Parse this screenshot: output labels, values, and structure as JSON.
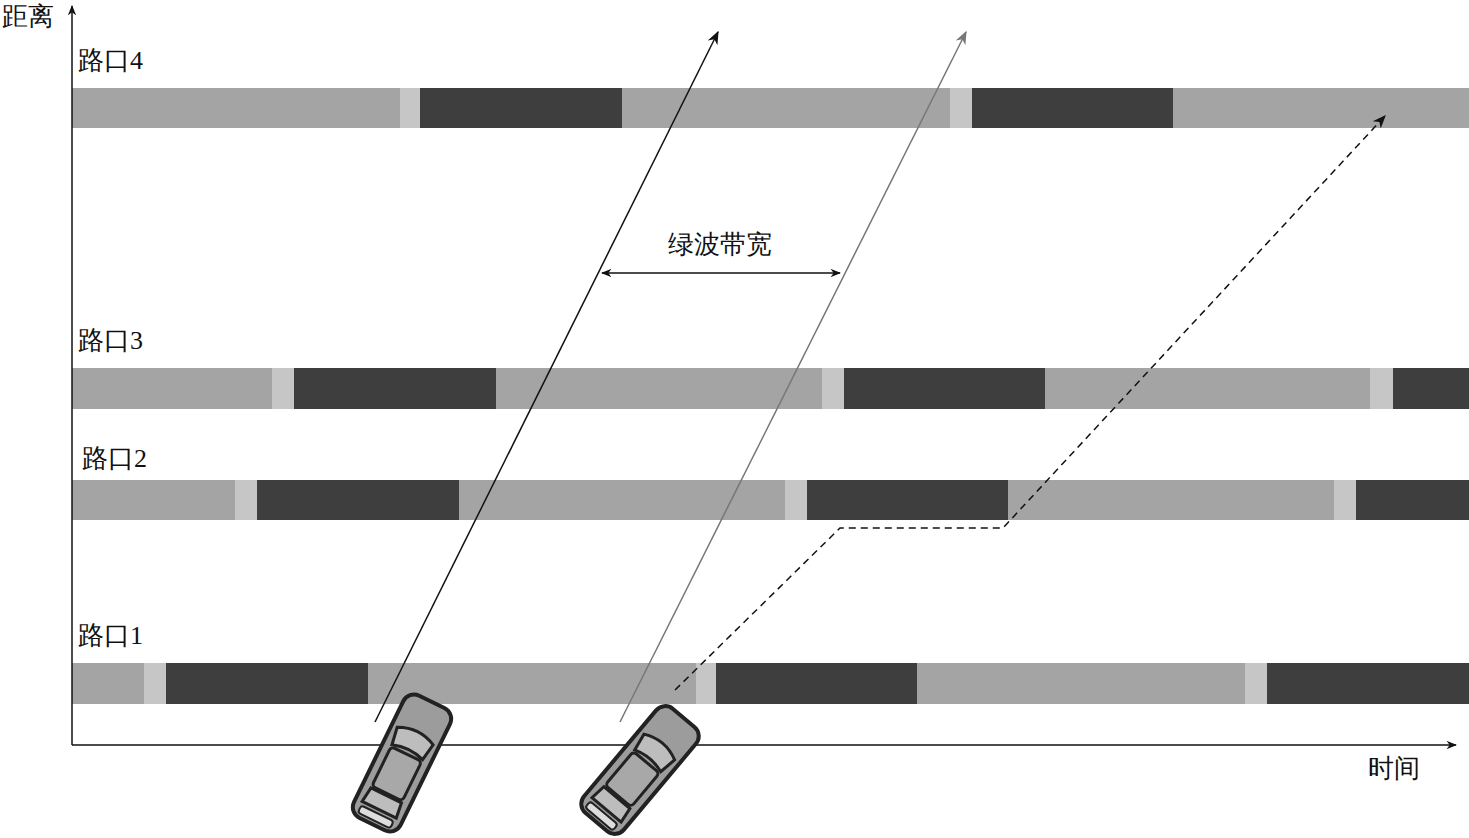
{
  "diagram": {
    "labels": [
      "距离",
      "路口4",
      "绿波带宽",
      "路口3",
      "路口2",
      "路口1",
      "时间"
    ]
  }
}
